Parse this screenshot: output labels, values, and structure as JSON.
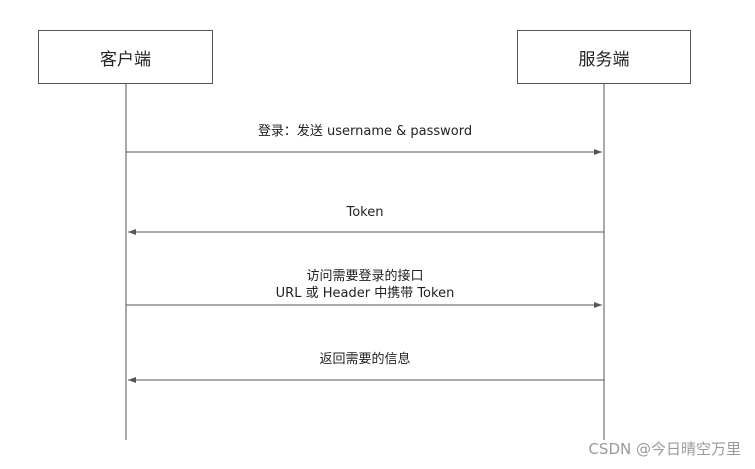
{
  "participants": {
    "client": "客户端",
    "server": "服务端"
  },
  "messages": [
    {
      "lines": [
        "登录：发送 username & password"
      ],
      "direction": "client-to-server"
    },
    {
      "lines": [
        "Token"
      ],
      "direction": "server-to-client"
    },
    {
      "lines": [
        "访问需要登录的接口",
        "URL 或 Header 中携带 Token"
      ],
      "direction": "client-to-server"
    },
    {
      "lines": [
        "返回需要的信息"
      ],
      "direction": "server-to-client"
    }
  ],
  "watermark": "CSDN @今日晴空万里",
  "colors": {
    "line": "#555555",
    "text": "#222222",
    "watermark": "#9a9a9a"
  }
}
